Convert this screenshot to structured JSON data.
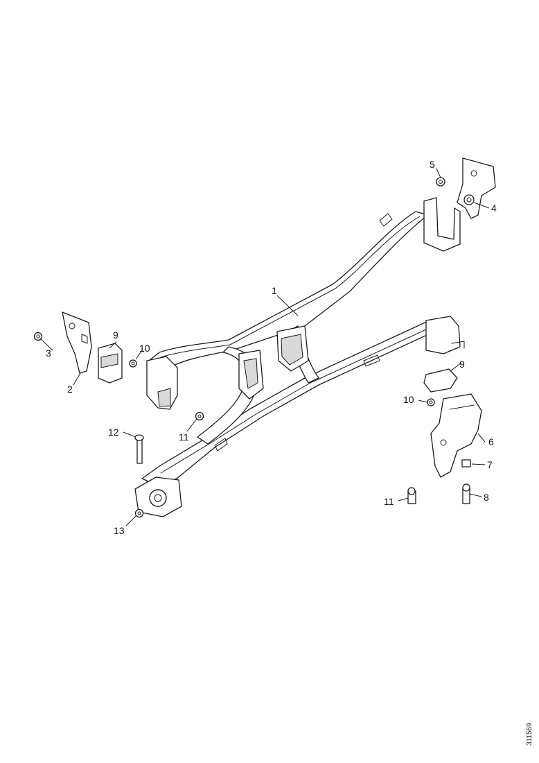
{
  "callouts": {
    "c1": "1",
    "c2": "2",
    "c3": "3",
    "c4": "4",
    "c5": "5",
    "c6": "6",
    "c7": "7",
    "c8": "8",
    "c9_left": "9",
    "c9_right": "9",
    "c10_left": "10",
    "c10_right": "10",
    "c11_left": "11",
    "c11_right": "11",
    "c12": "12",
    "c13": "13"
  },
  "drawing_code": "311569"
}
